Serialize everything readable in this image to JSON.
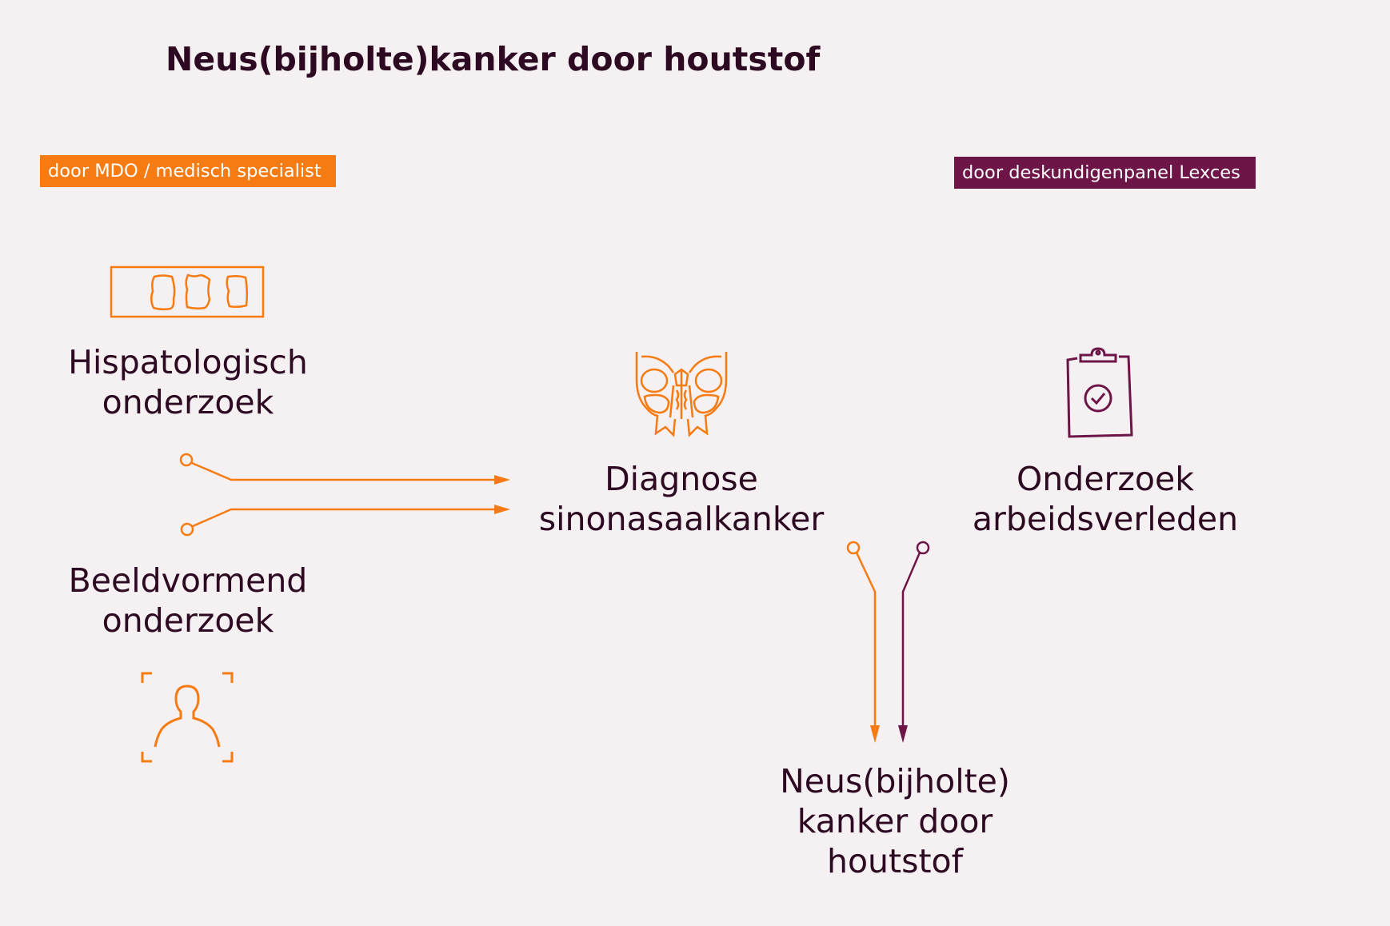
{
  "title": "Neus(bijholte)kanker door houtstof",
  "badges": {
    "left": "door MDO / medisch specialist",
    "right": "door deskundigenpanel Lexces"
  },
  "nodes": {
    "hispatologisch": "Hispatologisch\nonderzoek",
    "beeldvormend": "Beeldvormend\nonderzoek",
    "diagnose": "Diagnose\nsinonasaalkanker",
    "arbeidsverleden": "Onderzoek\narbeidsverleden",
    "result": "Neus(bijholte)\nkanker door\nhoutstof"
  },
  "icons": {
    "hispatologisch": "microscope-slide-icon",
    "beeldvormend": "person-scan-icon",
    "diagnose": "sinus-icon",
    "arbeidsverleden": "clipboard-check-icon"
  },
  "colors": {
    "orange": "#f57b12",
    "purple": "#6d1547",
    "text": "#2d0a22",
    "background": "#f5f0f1"
  }
}
